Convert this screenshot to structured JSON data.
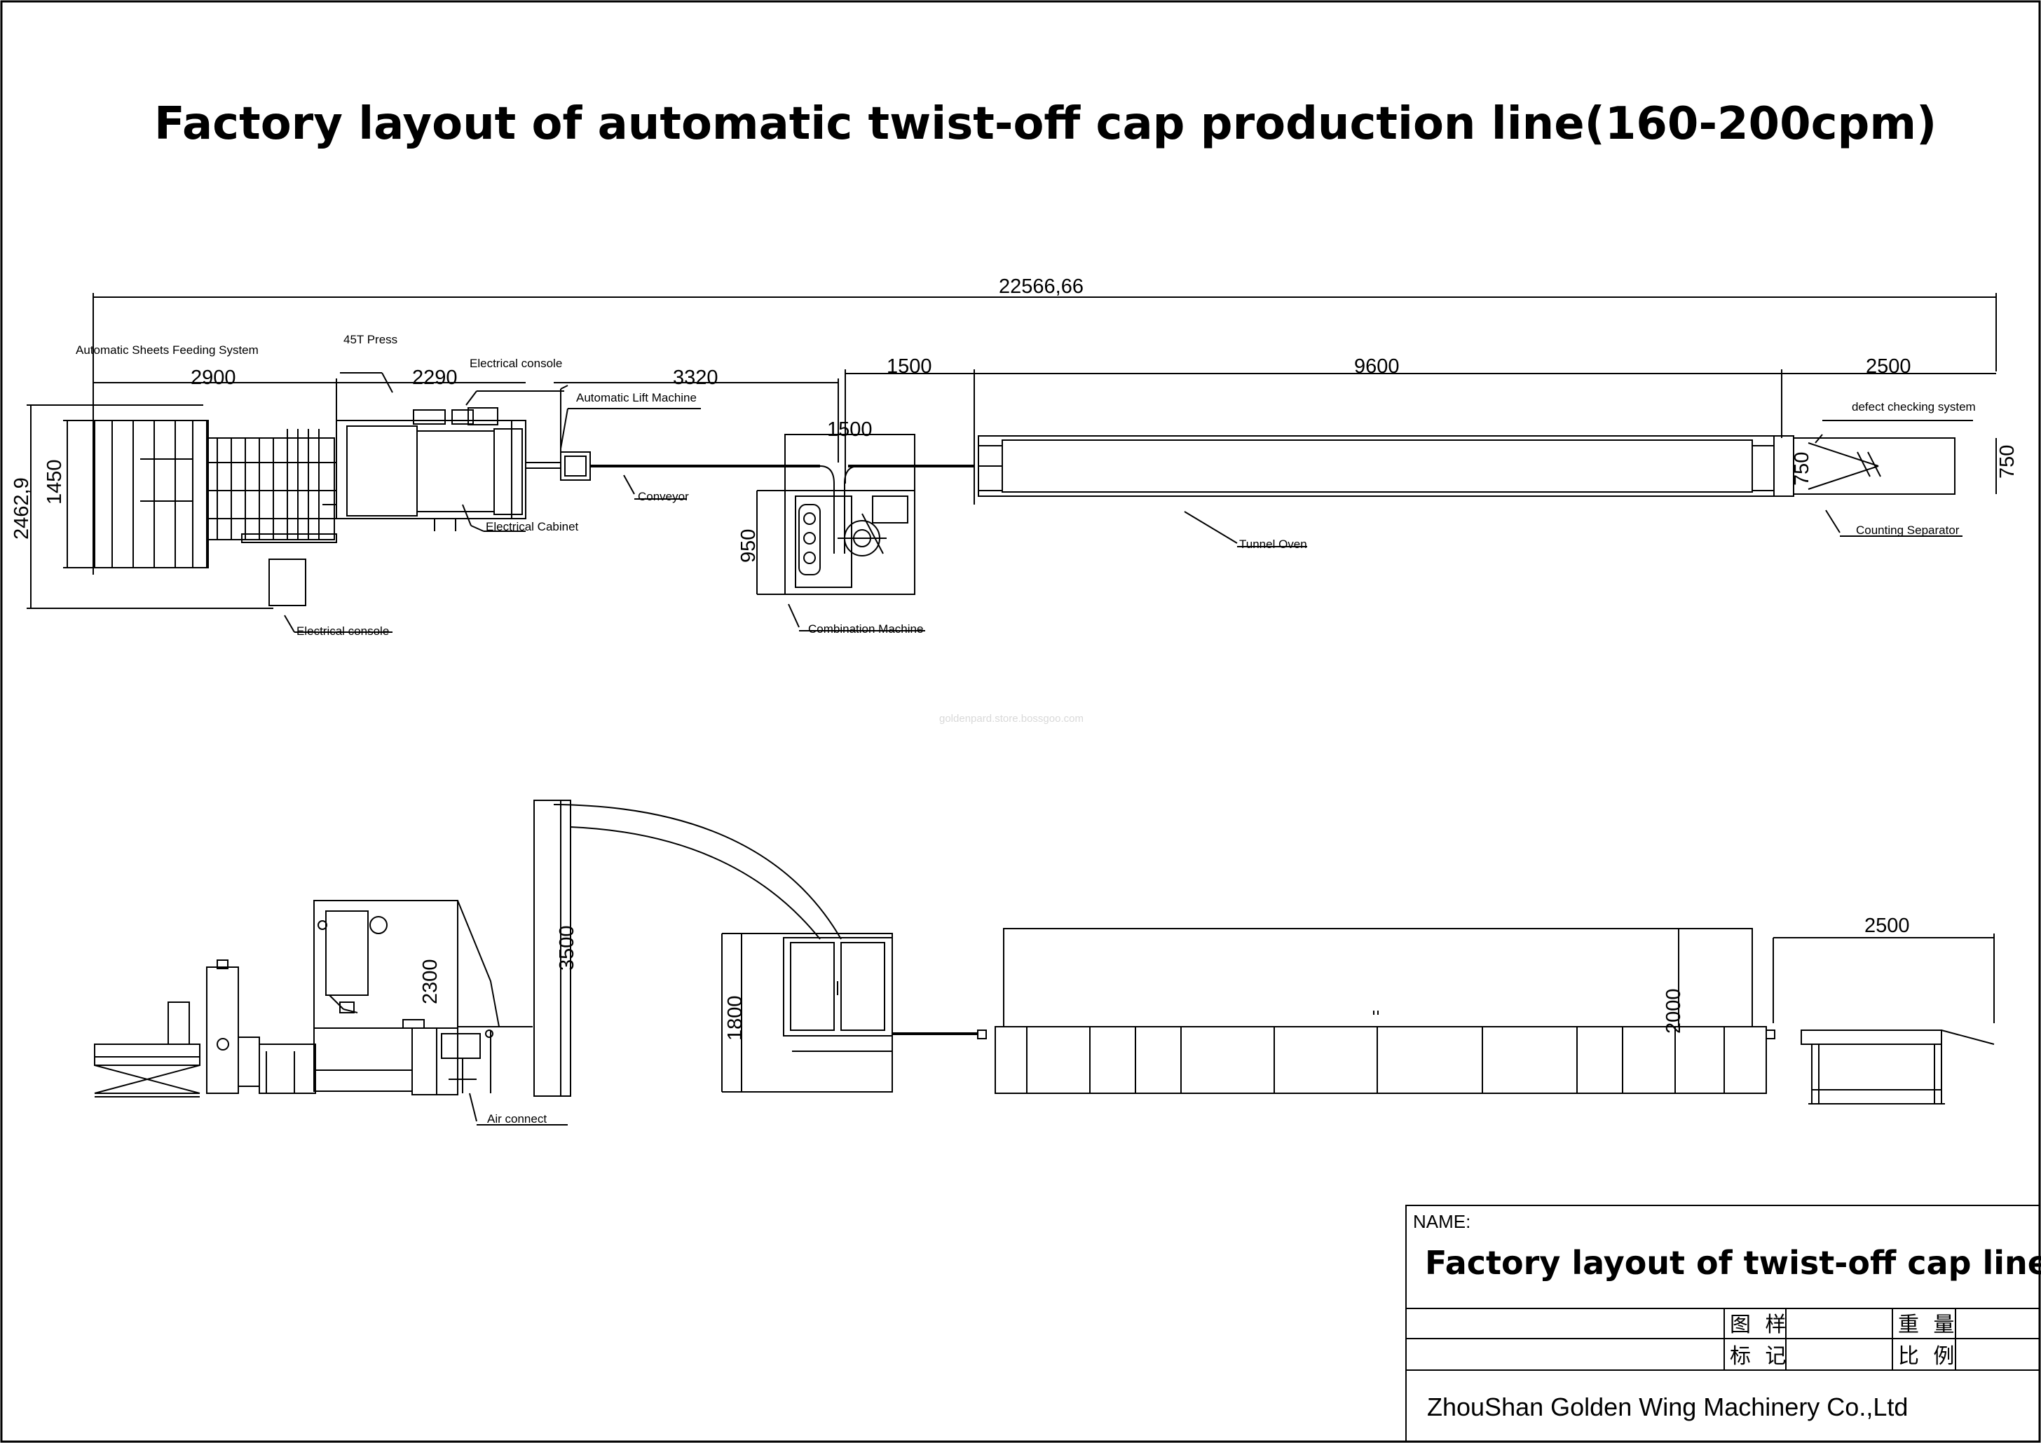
{
  "title": "Factory layout of automatic twist-off cap production line(160-200cpm)",
  "dimensions": {
    "overall": "22566,66",
    "feeding": "2900",
    "press": "2290",
    "lift": "3320",
    "combo_top": "1500",
    "combo_inner": "1500",
    "oven": "9600",
    "separator": "2500",
    "height_overall": "2462,9",
    "height_feeding": "1450",
    "combo_depth": "950",
    "oven_width": "750",
    "sep_width": "750",
    "elev_press": "2300",
    "elev_lift": "3500",
    "elev_combo": "1800",
    "elev_oven": "2000",
    "elev_sep": "2500"
  },
  "labels": {
    "feeding": "Automatic  Sheets Feeding System",
    "press": "45T Press",
    "console_top": "Electrical console",
    "lift": "Automatic  Lift Machine",
    "defect": "defect checking system",
    "conveyor": "Conveyor",
    "cabinet": "Electrical Cabinet",
    "oven": "Tunnel Oven",
    "separator": "Counting Separator",
    "combo": "Combination Machine",
    "console_bottom": "Electrical console",
    "air": "Air connect"
  },
  "watermark": "goldenpard.store.bossgoo.com",
  "title_block": {
    "name_label": "NAME:",
    "name_value": "Factory layout of twist-off cap line",
    "cell_a": "图 样",
    "cell_b": "标 记",
    "cell_c": "重 量",
    "cell_d": "比 例",
    "company": "ZhouShan Golden Wing Machinery Co.,Ltd"
  }
}
